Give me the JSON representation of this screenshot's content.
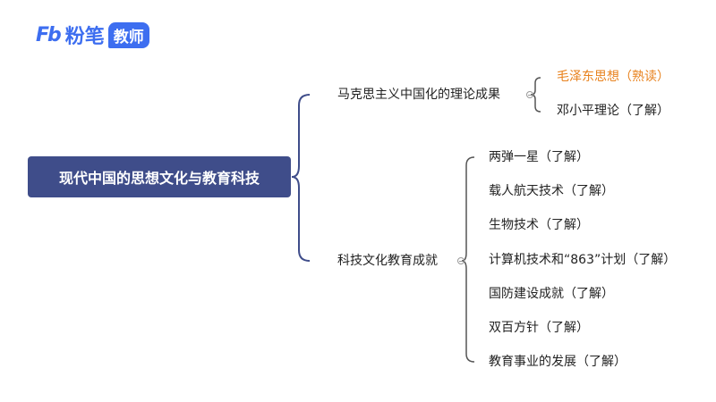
{
  "logo": {
    "brand": "粉笔",
    "tag": "教师"
  },
  "root": {
    "label": "现代中国的思想文化与教育科技"
  },
  "branch1": {
    "label": "马克思主义中国化的理论成果",
    "children": [
      "毛泽东思想（熟读）",
      "邓小平理论（了解）"
    ]
  },
  "branch2": {
    "label": "科技文化教育成就",
    "children": [
      "两弹一星（了解）",
      "载人航天技术（了解）",
      "生物技术（了解）",
      "计算机技术和“863”计划（了解）",
      "国防建设成就（了解）",
      "双百方针（了解）",
      "教育事业的发展（了解）"
    ]
  }
}
